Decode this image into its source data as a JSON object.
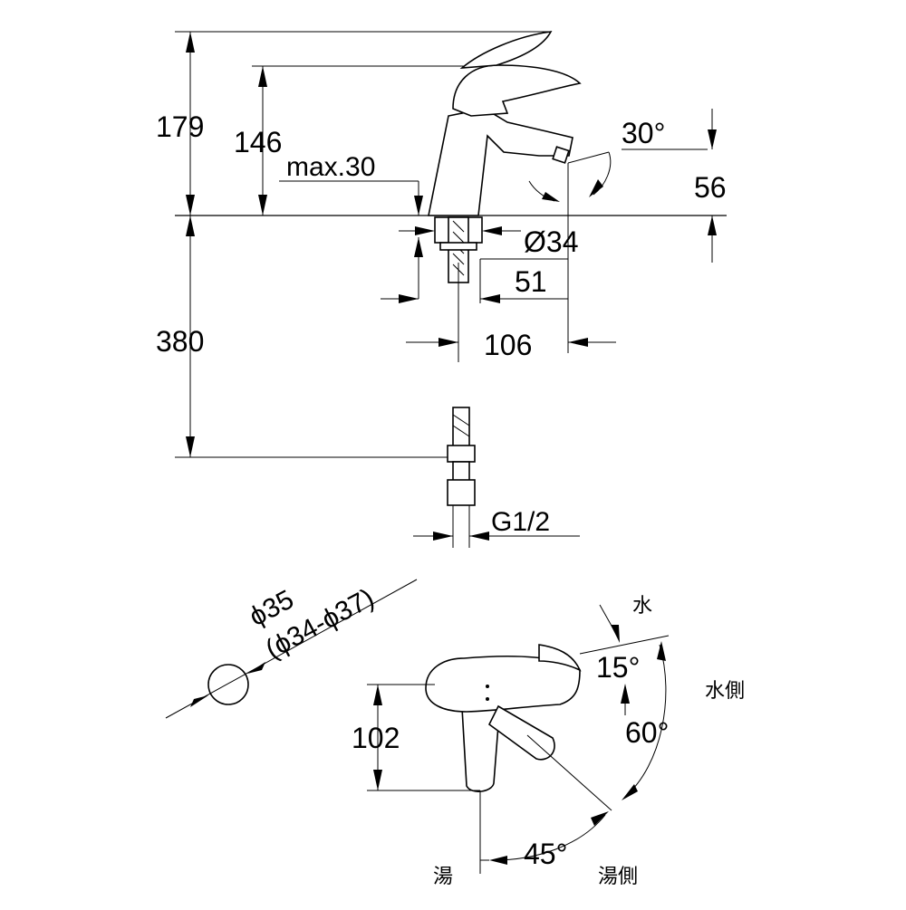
{
  "diagram": {
    "dimensions": {
      "total_height": "179",
      "spout_height": "146",
      "max_deck_thickness": "max.30",
      "spout_angle": "30°",
      "spout_clearance": "56",
      "hole_diameter": "Ø34",
      "spout_reach_from_axis": "51",
      "spout_projection": "106",
      "hose_length": "380",
      "thread": "G1/2",
      "hole_diameter_alt": "ϕ35",
      "hole_range": "(ϕ34-ϕ37)",
      "lever_height": "102",
      "cold_angle": "15°",
      "rotation_angle": "60°",
      "hot_angle": "45°"
    },
    "labels": {
      "cold": "水",
      "cold_side": "水側",
      "hot": "湯",
      "hot_side": "湯側"
    }
  }
}
